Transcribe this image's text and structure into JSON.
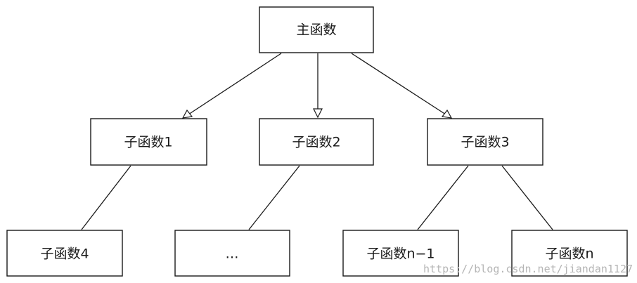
{
  "nodes": {
    "main": "主函数",
    "sub1": "子函数1",
    "sub2": "子函数2",
    "sub3": "子函数3",
    "sub4": "子函数4",
    "ellipsis": "…",
    "subn_minus_1": "子函数n−1",
    "subn": "子函数n"
  },
  "watermark": "https://blog.csdn.net/jiandan1127",
  "edges": [
    {
      "from": "main",
      "to": "sub1",
      "arrow": true
    },
    {
      "from": "main",
      "to": "sub2",
      "arrow": true
    },
    {
      "from": "main",
      "to": "sub3",
      "arrow": true
    },
    {
      "from": "sub1",
      "to": "sub4",
      "arrow": false
    },
    {
      "from": "sub2",
      "to": "ellipsis",
      "arrow": false
    },
    {
      "from": "sub3",
      "to": "subn_minus_1",
      "arrow": false
    },
    {
      "from": "sub3",
      "to": "subn",
      "arrow": false
    }
  ]
}
